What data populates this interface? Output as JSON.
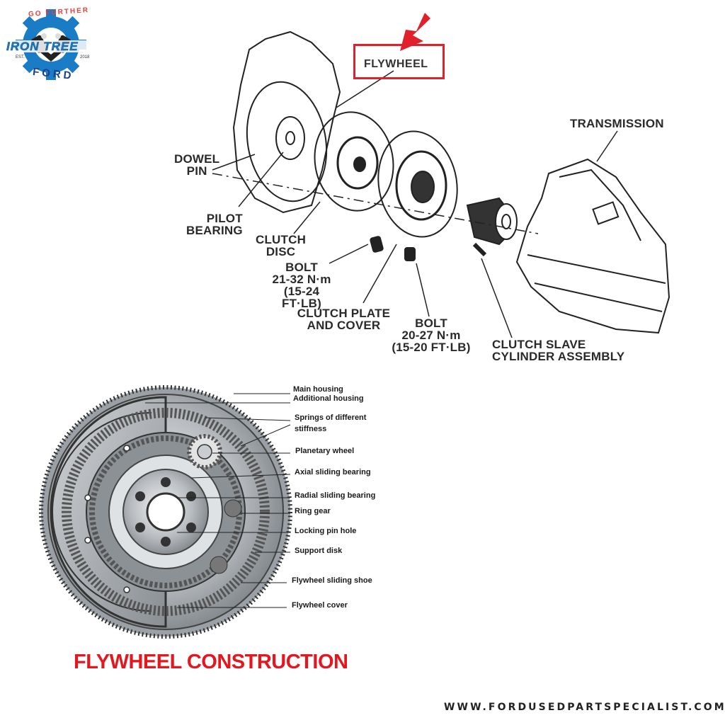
{
  "logo": {
    "tagline": "GO FURTHER",
    "name": "IRON TREE",
    "est_label": "EST.",
    "est_year": "2018",
    "brand": "FORD",
    "colors": {
      "gear": "#1a7cc4",
      "tagline": "#e5423a",
      "brand": "#1d3f8f"
    }
  },
  "exploded_diagram": {
    "highlight_label": "FLYWHEEL",
    "highlight_color": "#e0202a",
    "labels": {
      "dowel_pin": [
        "DOWEL",
        "PIN"
      ],
      "pilot_bearing": [
        "PILOT",
        "BEARING"
      ],
      "clutch_disc": [
        "CLUTCH",
        "DISC"
      ],
      "bolt1": [
        "BOLT",
        "21-32 N·m",
        "(15-24 FT·LB)"
      ],
      "clutch_plate": [
        "CLUTCH PLATE",
        "AND COVER"
      ],
      "bolt2": [
        "BOLT",
        "20-27 N·m",
        "(15-20 FT·LB)"
      ],
      "transmission": [
        "TRANSMISSION"
      ],
      "slave_cylinder": [
        "CLUTCH SLAVE",
        "CYLINDER ASSEMBLY"
      ]
    }
  },
  "construction_diagram": {
    "title": "FLYWHEEL CONSTRUCTION",
    "title_color": "#e5161e",
    "parts": [
      "Main housing",
      "Additional housing",
      "Springs of different",
      "stiffness",
      "Planetary wheel",
      "Axial sliding bearing",
      "Radial sliding bearing",
      "Ring gear",
      "Locking pin hole",
      "Support disk",
      "Flywheel sliding shoe",
      "Flywheel cover"
    ]
  },
  "footer": {
    "website": "WWW.FORDUSEDPARTSPECIALIST.COM"
  }
}
